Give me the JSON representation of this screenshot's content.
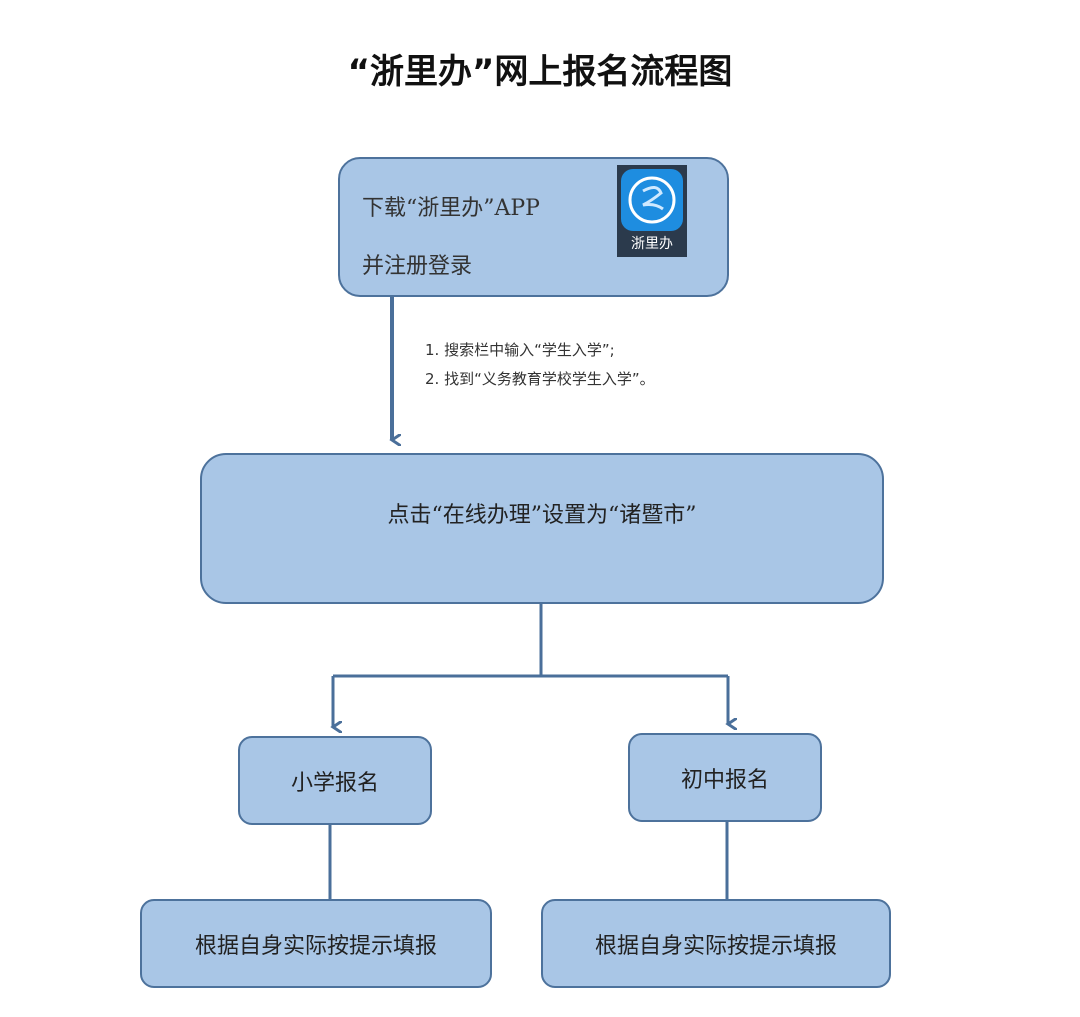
{
  "title": "“浙里办”网上报名流程图",
  "step1": {
    "line1": "下载“浙里办”APP",
    "line2": "并注册登录",
    "app_icon_label": "浙里办"
  },
  "notes": [
    "1.  搜索栏中输入“学生入学”;",
    "2.  找到“义务教育学校学生入学”。"
  ],
  "step2": "点击“在线办理”设置为“诸暨市”",
  "branches": [
    {
      "label": "小学报名",
      "next": "根据自身实际按提示填报"
    },
    {
      "label": "初中报名",
      "next": "根据自身实际按提示填报"
    }
  ],
  "colors": {
    "box_fill": "#a9c6e6",
    "box_border": "#4d729c",
    "arrow": "#4a6f9a"
  }
}
